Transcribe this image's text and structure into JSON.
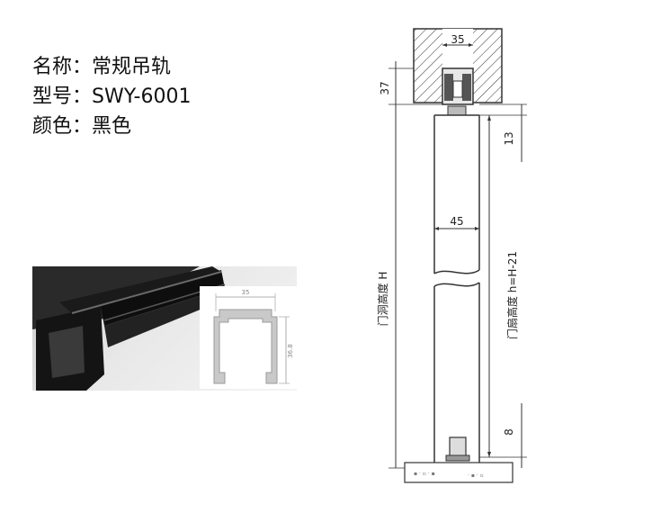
{
  "specs": {
    "name_line": "名称：常规吊轨",
    "model_line": "型号：SWY-6001",
    "color_line": "颜色：黑色"
  },
  "profile_dims": {
    "width": "35",
    "height": "36.8"
  },
  "drawing": {
    "track_width": "35",
    "track_height": "37",
    "top_gap": "13",
    "door_thickness": "45",
    "opening_height": "门洞高度 H",
    "door_height": "门扇高度 h=H-21",
    "bottom_gap": "8"
  },
  "colors": {
    "line": "#333333",
    "profile_fill": "#c9c9c9",
    "rail_black": "#141414"
  }
}
